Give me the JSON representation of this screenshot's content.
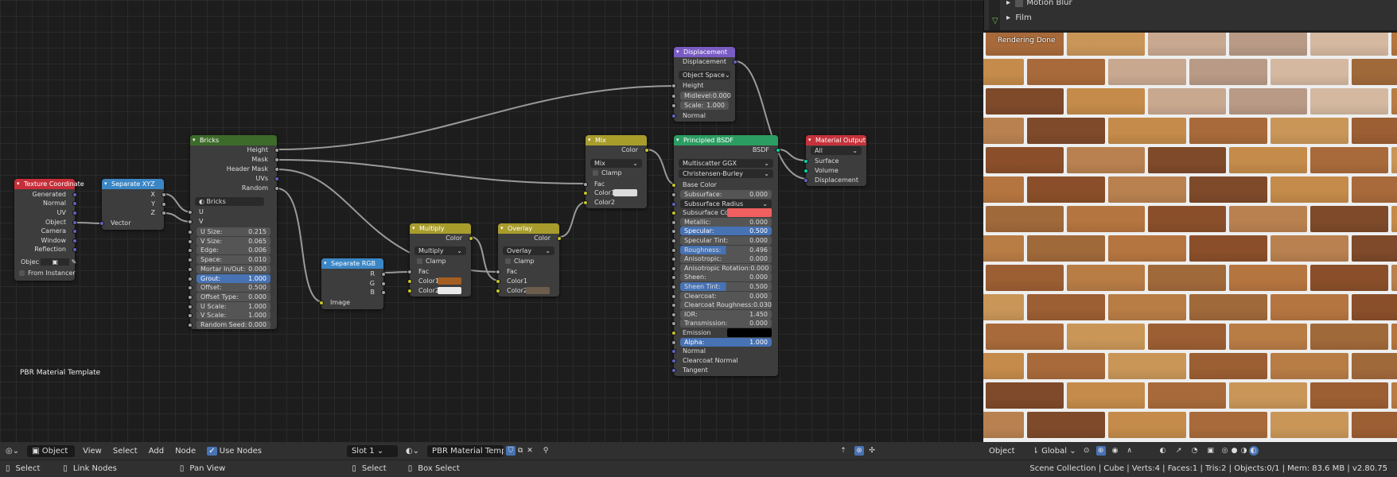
{
  "colors": {
    "texture": "#c62f3a",
    "vector": "#3b86c5",
    "green": "#3d6b29",
    "yellow": "#a89c2c",
    "shader": "#2c9d62",
    "output": "#c6323a",
    "disp": "#7a5bc4"
  },
  "editor_label": "PBR Material Template",
  "nodes": {
    "texcoord": {
      "title": "Texture Coordinate",
      "outs": [
        "Generated",
        "Normal",
        "UV",
        "Object",
        "Camera",
        "Window",
        "Reflection"
      ],
      "object_label": "Objec",
      "from_instancer": "From Instancer"
    },
    "sepxyz": {
      "title": "Separate XYZ",
      "outs": [
        "X",
        "Y",
        "Z"
      ],
      "inp": "Vector"
    },
    "bricks": {
      "title": "Bricks",
      "outs": [
        "Height",
        "Mask",
        "Header Mask",
        "UVs",
        "Random"
      ],
      "tex_name": "Bricks",
      "u": "U",
      "v": "V",
      "params": [
        [
          "U Size:",
          "0.215"
        ],
        [
          "V Size:",
          "0.065"
        ],
        [
          "Edge:",
          "0.006"
        ],
        [
          "Space:",
          "0.010"
        ],
        [
          "Mortar In/Out:",
          "0.000"
        ],
        [
          "Grout:",
          "1.000"
        ],
        [
          "Offset:",
          "0.500"
        ],
        [
          "Offset Type:",
          "0.000"
        ],
        [
          "U Scale:",
          "1.000"
        ],
        [
          "V Scale:",
          "1.000"
        ],
        [
          "Random Seed:",
          "0.000"
        ]
      ]
    },
    "seprgb": {
      "title": "Separate RGB",
      "outs": [
        "R",
        "G",
        "B"
      ],
      "inp": "Image"
    },
    "multiply": {
      "title": "Multiply",
      "out": "Color",
      "mode": "Multiply",
      "clamp": "Clamp",
      "fac": "Fac",
      "c1": "Color1",
      "c2": "Color2"
    },
    "overlay": {
      "title": "Overlay",
      "out": "Color",
      "mode": "Overlay",
      "clamp": "Clamp",
      "fac": "Fac",
      "c1": "Color1",
      "c2": "Color2"
    },
    "mix": {
      "title": "Mix",
      "out": "Color",
      "mode": "Mix",
      "clamp": "Clamp",
      "fac": "Fac",
      "c1": "Color1",
      "c2": "Color2"
    },
    "disp": {
      "title": "Displacement",
      "out": "Displacement",
      "space": "Object Space",
      "height": "Height",
      "midlevel": [
        "Midlevel:",
        "0.000"
      ],
      "scale": [
        "Scale:",
        "1.000"
      ],
      "normal": "Normal"
    },
    "bsdf": {
      "title": "Principled BSDF",
      "out": "BSDF",
      "dist": "Multiscatter GGX",
      "sss": "Christensen-Burley",
      "base": "Base Color",
      "params": [
        [
          "Subsurface:",
          "0.000"
        ],
        [
          "Subsurface Radius",
          ""
        ],
        [
          "Subsurface Color",
          ""
        ],
        [
          "Metallic:",
          "0.000"
        ],
        [
          "Specular:",
          "0.500"
        ],
        [
          "Specular Tint:",
          "0.000"
        ],
        [
          "Roughness:",
          "0.496"
        ],
        [
          "Anisotropic:",
          "0.000"
        ],
        [
          "Anisotropic Rotation:",
          "0.000"
        ],
        [
          "Sheen:",
          "0.000"
        ],
        [
          "Sheen Tint:",
          "0.500"
        ],
        [
          "Clearcoat:",
          "0.000"
        ],
        [
          "Clearcoat Roughness:",
          "0.030"
        ],
        [
          "IOR:",
          "1.450"
        ],
        [
          "Transmission:",
          "0.000"
        ],
        [
          "Emission",
          ""
        ],
        [
          "Alpha:",
          "1.000"
        ]
      ],
      "tail": [
        "Normal",
        "Clearcoat Normal",
        "Tangent"
      ]
    },
    "matout": {
      "title": "Material Output",
      "target": "All",
      "ins": [
        "Surface",
        "Volume",
        "Displacement"
      ]
    }
  },
  "outliner": {
    "items": [
      "Motion Blur",
      "Film"
    ]
  },
  "render": {
    "status": "Rendering Done"
  },
  "toolbar": {
    "mode": "Object",
    "menus": [
      "View",
      "Select",
      "Add",
      "Node"
    ],
    "use_nodes": "Use Nodes",
    "slot": "Slot 1",
    "material": "PBR Material Templ..",
    "vp_mode": "Object",
    "orientation": "Global"
  },
  "status": {
    "select": "Select",
    "link": "Link Nodes",
    "pan": "Pan View",
    "select2": "Select",
    "box": "Box Select",
    "info": "Scene Collection | Cube | Verts:4 | Faces:1 | Tris:2 | Objects:0/1 | Mem: 83.6 MB | v2.80.75"
  }
}
